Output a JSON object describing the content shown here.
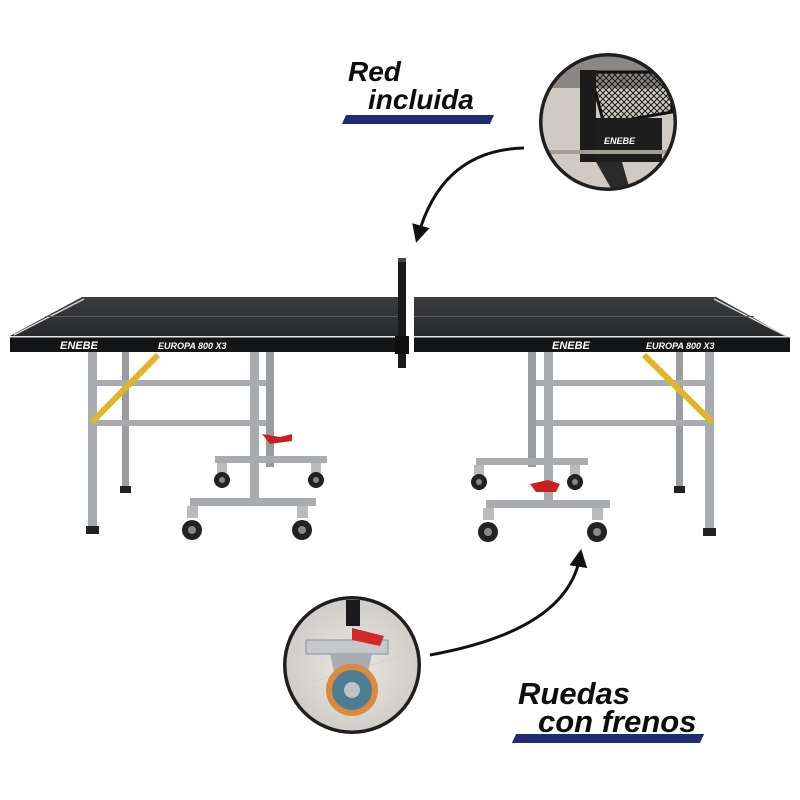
{
  "callouts": {
    "net": {
      "line1": "Red",
      "line2": "incluida"
    },
    "wheels": {
      "line1": "Ruedas",
      "line2": "con frenos"
    }
  },
  "table": {
    "left_brand": "ENEBE",
    "left_model": "EUROPA 800 X3",
    "right_brand": "ENEBE",
    "right_model": "EUROPA 800 X3",
    "inset_net_brand": "ENEBE"
  },
  "colors": {
    "accent_bar": "#1f2b73",
    "tabletop": "#2f3133",
    "frame": "#a9acae",
    "brace": "#e0b52a",
    "brake": "#c62020"
  }
}
